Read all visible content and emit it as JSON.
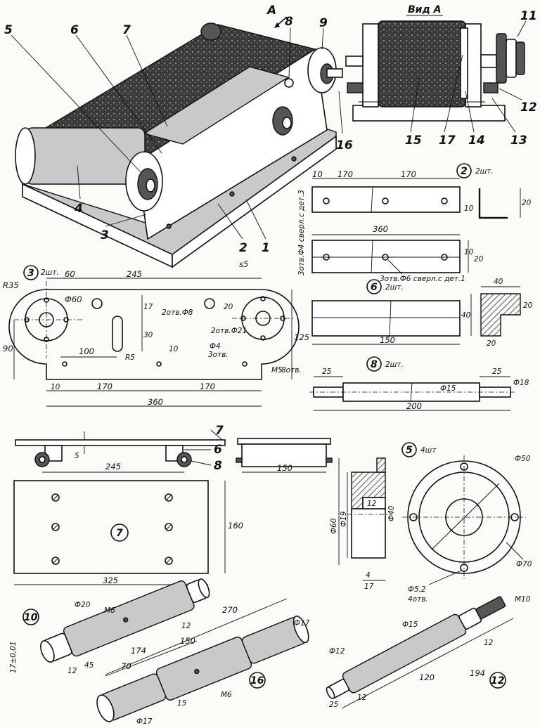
{
  "assembly": {
    "view_arrow": "A",
    "callouts": [
      "5",
      "6",
      "7",
      "8",
      "9",
      "4",
      "3",
      "2",
      "1",
      "16"
    ]
  },
  "view_a": {
    "title": "Вид А",
    "callouts": [
      "11",
      "12",
      "13",
      "14",
      "17",
      "15"
    ]
  },
  "part2": {
    "num": "2",
    "qty": "2шт.",
    "dims": [
      "10",
      "170",
      "170",
      "360",
      "10",
      "10",
      "20",
      "20"
    ],
    "note_holes4": "3отв.Ф4 сверл.с дет.3",
    "note_holes6": "3отв.Ф6 сверл.с дет.1"
  },
  "part3": {
    "num": "3",
    "qty": "2шт.",
    "dims": [
      "60",
      "245",
      "s5",
      "R35",
      "Ф60",
      "17",
      "30",
      "2отв.Ф8",
      "20",
      "2отв.Ф21",
      "90",
      "125",
      "100",
      "R5",
      "10",
      "Ф4",
      "3отв.",
      "М5",
      "8отв.",
      "10",
      "170",
      "170",
      "360"
    ]
  },
  "part6": {
    "num": "6",
    "qty": "2шт.",
    "dims": [
      "150",
      "40",
      "40",
      "20",
      "20"
    ]
  },
  "part8": {
    "num": "8",
    "qty": "2шт.",
    "dims": [
      "25",
      "Ф15",
      "25",
      "Ф18",
      "200"
    ]
  },
  "part7_assembly": {
    "callouts": [
      "7",
      "6",
      "8"
    ],
    "dims": [
      "5",
      "245",
      "150"
    ]
  },
  "part7": {
    "num": "7",
    "dims": [
      "160",
      "325"
    ]
  },
  "part5": {
    "num": "5",
    "qty": "4шт",
    "dims": [
      "Ф60",
      "Ф19",
      "12",
      "Ф40",
      "4",
      "17",
      "Ф50",
      "Ф70",
      "Ф5,2",
      "4отв."
    ]
  },
  "part10": {
    "num": "10",
    "dims": [
      "Ф20",
      "М6",
      "12",
      "17±0,01",
      "174",
      "12",
      "45"
    ]
  },
  "part16": {
    "num": "16",
    "dims": [
      "270",
      "Ф17",
      "150",
      "70",
      "15",
      "М6",
      "Ф17"
    ]
  },
  "part12": {
    "num": "12",
    "dims": [
      "М10",
      "Ф15",
      "Ф12",
      "12",
      "120",
      "194",
      "25",
      "12"
    ]
  }
}
